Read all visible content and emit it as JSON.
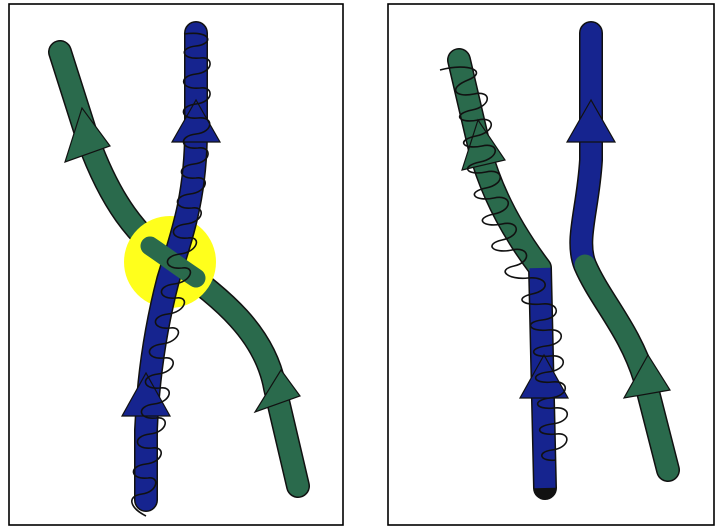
{
  "colors": {
    "blue_strand": "#16248f",
    "green_strand": "#2a6a4c",
    "outline": "#111111",
    "crossover_highlight": "#ffff1c",
    "wire": "#111111",
    "panel_border": "#000000",
    "background": "#ffffff"
  },
  "panels": [
    {
      "strands": [
        {
          "color": "blue",
          "direction": "up",
          "arrows": 2
        },
        {
          "color": "green",
          "direction": "up",
          "arrows": 2
        }
      ],
      "crossover": true,
      "coil_on": "blue"
    },
    {
      "strands": [
        {
          "color": "green-over-blue",
          "direction": "up",
          "arrows": 2
        },
        {
          "color": "blue-over-green",
          "direction": "up",
          "arrows": 2
        }
      ],
      "crossover": false,
      "coil_on": "left strand"
    }
  ]
}
